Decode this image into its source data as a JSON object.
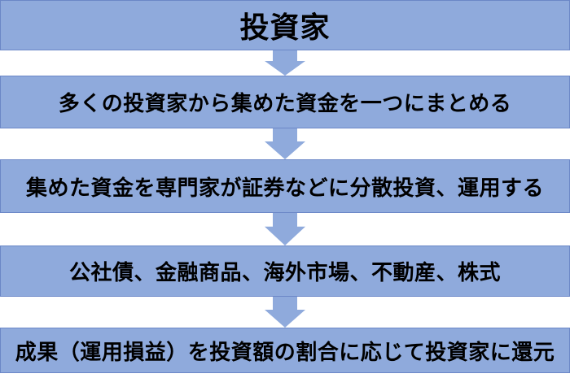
{
  "diagram": {
    "title": "投資家",
    "steps": [
      {
        "text": "多くの投資家から集めた資金を一つにまとめる"
      },
      {
        "text": "集めた資金を専門家が証券などに分散投資、運用する"
      },
      {
        "text": "公社債、金融商品、海外市場、不動産、株式"
      },
      {
        "text": "成果（運用損益）を投資額の割合に応じて投資家に還元"
      }
    ],
    "colors": {
      "band-fill": "#8FAADC",
      "band-border": "#6B87C7",
      "arrow-fill": "#8FAADC",
      "text": "#000000",
      "background": "#FFFFFF"
    }
  }
}
